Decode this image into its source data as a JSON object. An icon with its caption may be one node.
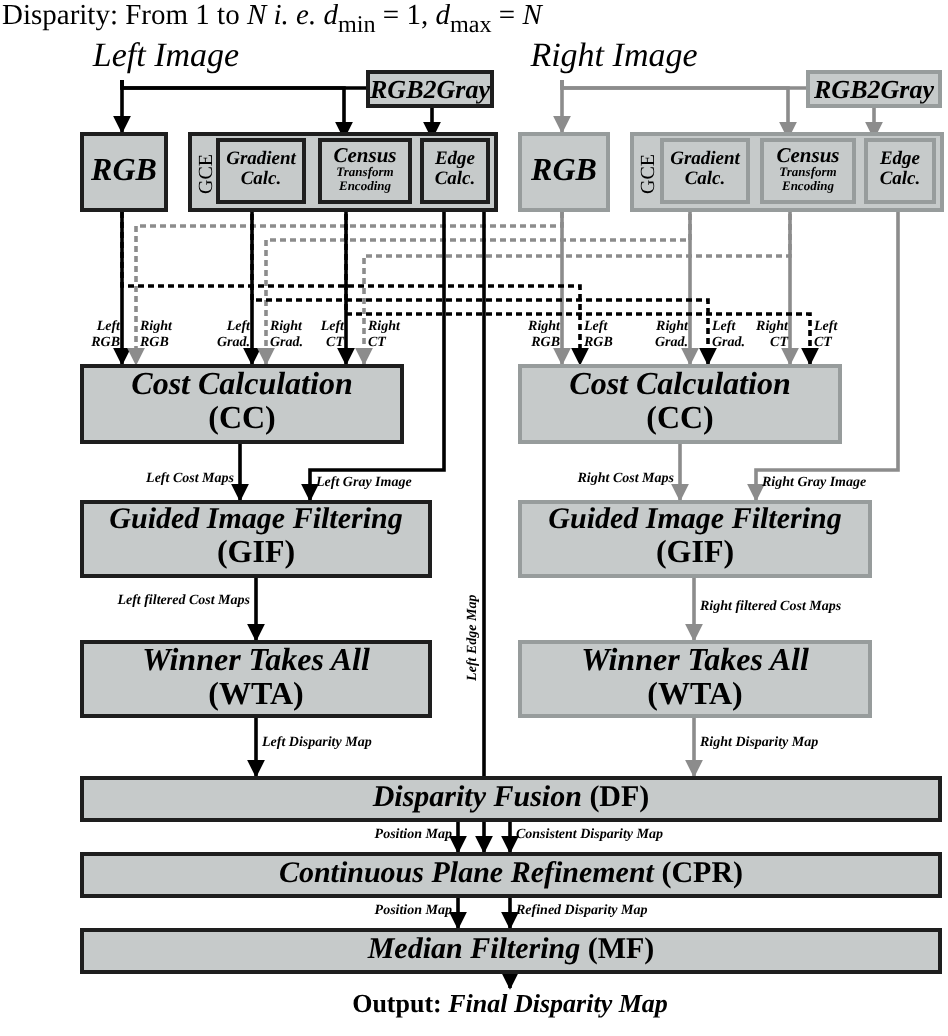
{
  "diagram": {
    "title": "Disparity: From 1 to *N i. e. d*$_{min}$ = 1, *d*$_{max}$ = *N*",
    "nodes": [
      {
        "text": [
          "Left Image"
        ]
      },
      {
        "text": [
          "RGB2Gray"
        ]
      },
      {
        "text": [
          "RGB"
        ]
      },
      {
        "text": [
          "GCE"
        ]
      },
      {
        "text": [
          "Gradient Calc."
        ],
        "in": 3
      },
      {
        "text": [
          "Census",
          "Transform Encoding"
        ],
        "in": 3
      },
      {
        "text": [
          "Edge Calc."
        ],
        "in": 3
      },
      {
        "text": [
          "Right Image"
        ]
      },
      {
        "text": [
          "RGB2Gray"
        ]
      },
      {
        "text": [
          "RGB"
        ]
      },
      {
        "text": [
          "GCE"
        ]
      },
      {
        "text": [
          "Gradient Calc."
        ],
        "in": 10
      },
      {
        "text": [
          "Census",
          "Transform Encoding"
        ],
        "in": 10
      },
      {
        "text": [
          "Edge Calc."
        ],
        "in": 10
      },
      {
        "text": [
          "Cost Calculation",
          "(CC)"
        ]
      },
      {
        "text": [
          "Cost Calculation",
          "(CC)"
        ]
      },
      {
        "text": [
          "Guided Image Filtering",
          "(GIF)"
        ]
      },
      {
        "text": [
          "Guided Image Filtering",
          "(GIF)"
        ]
      },
      {
        "text": [
          "Winner Takes All",
          "(WTA)"
        ]
      },
      {
        "text": [
          "Winner Takes All",
          "(WTA)"
        ]
      },
      {
        "text": [
          "*Disparity Fusion* (DF)"
        ]
      },
      {
        "text": [
          "*Continuous Plane Refinement* (CPR)"
        ]
      },
      {
        "text": [
          "*Median Filtering* (MF)"
        ]
      },
      {
        "text": [
          "Output: *Final Disparity Map*"
        ]
      }
    ],
    "edges": [
      {
        "from": 0,
        "to": 1,
        "arrow": "none"
      },
      {
        "from": 0,
        "to": 2,
        "arrow": "to"
      },
      {
        "from": 0,
        "to": 5,
        "arrow": "to"
      },
      {
        "from": 1,
        "to": 6,
        "arrow": "to"
      },
      {
        "from": 7,
        "to": 8,
        "arrow": "none",
        "color": "#8c8c8c"
      },
      {
        "from": 7,
        "to": 9,
        "arrow": "to",
        "color": "#8c8c8c"
      },
      {
        "from": 7,
        "to": 12,
        "arrow": "to",
        "color": "#8c8c8c"
      },
      {
        "from": 8,
        "to": 13,
        "arrow": "to",
        "color": "#8c8c8c"
      },
      {
        "from": 2,
        "to": 14,
        "arrow": "to",
        "label": "Left RGB"
      },
      {
        "from": 9,
        "to": 14,
        "arrow": "to",
        "label": "Right RGB",
        "style": "dashed",
        "color": "#8c8c8c"
      },
      {
        "from": 4,
        "to": 14,
        "arrow": "to",
        "label": "Left Grad."
      },
      {
        "from": 11,
        "to": 14,
        "arrow": "to",
        "label": "Right Grad.",
        "style": "dashed",
        "color": "#8c8c8c"
      },
      {
        "from": 5,
        "to": 14,
        "arrow": "to",
        "label": "Left CT"
      },
      {
        "from": 12,
        "to": 14,
        "arrow": "to",
        "label": "Right CT",
        "style": "dashed",
        "color": "#8c8c8c"
      },
      {
        "from": 9,
        "to": 15,
        "arrow": "to",
        "label": "Right RGB",
        "color": "#8c8c8c"
      },
      {
        "from": 2,
        "to": 15,
        "arrow": "to",
        "label": "Left RGB",
        "style": "dashed"
      },
      {
        "from": 11,
        "to": 15,
        "arrow": "to",
        "label": "Right Grad.",
        "color": "#8c8c8c"
      },
      {
        "from": 4,
        "to": 15,
        "arrow": "to",
        "label": "Left Grad.",
        "style": "dashed"
      },
      {
        "from": 12,
        "to": 15,
        "arrow": "to",
        "label": "Right CT",
        "color": "#8c8c8c"
      },
      {
        "from": 5,
        "to": 15,
        "arrow": "to",
        "label": "Left CT",
        "style": "dashed"
      },
      {
        "from": 14,
        "to": 16,
        "arrow": "to",
        "label": "Left Cost Maps"
      },
      {
        "from": 6,
        "to": 16,
        "arrow": "to",
        "label": "Left Gray Image"
      },
      {
        "from": 3,
        "to": 20,
        "arrow": "none",
        "label": "Left Edge Map"
      },
      {
        "from": 15,
        "to": 17,
        "arrow": "to",
        "label": "Right Cost Maps",
        "color": "#8c8c8c"
      },
      {
        "from": 13,
        "to": 17,
        "arrow": "to",
        "label": "Right Gray Image",
        "color": "#8c8c8c"
      },
      {
        "from": 16,
        "to": 18,
        "arrow": "to",
        "label": "Left filtered Cost Maps"
      },
      {
        "from": 17,
        "to": 19,
        "arrow": "to",
        "label": "Right filtered Cost Maps",
        "color": "#8c8c8c"
      },
      {
        "from": 18,
        "to": 20,
        "arrow": "to",
        "label": "Left Disparity Map"
      },
      {
        "from": 19,
        "to": 20,
        "arrow": "to",
        "label": "Right Disparity Map",
        "color": "#8c8c8c"
      },
      {
        "from": 20,
        "to": 21,
        "arrow": "to",
        "label": "Position Map"
      },
      {
        "from": 20,
        "to": 21,
        "arrow": "to"
      },
      {
        "from": 20,
        "to": 21,
        "arrow": "to",
        "label": "Consistent Disparity Map"
      },
      {
        "from": 21,
        "to": 22,
        "arrow": "to",
        "label": "Position Map"
      },
      {
        "from": 21,
        "to": 22,
        "arrow": "to",
        "label": "Refined Disparity Map"
      },
      {
        "from": 22,
        "to": 23,
        "arrow": "to"
      }
    ]
  }
}
